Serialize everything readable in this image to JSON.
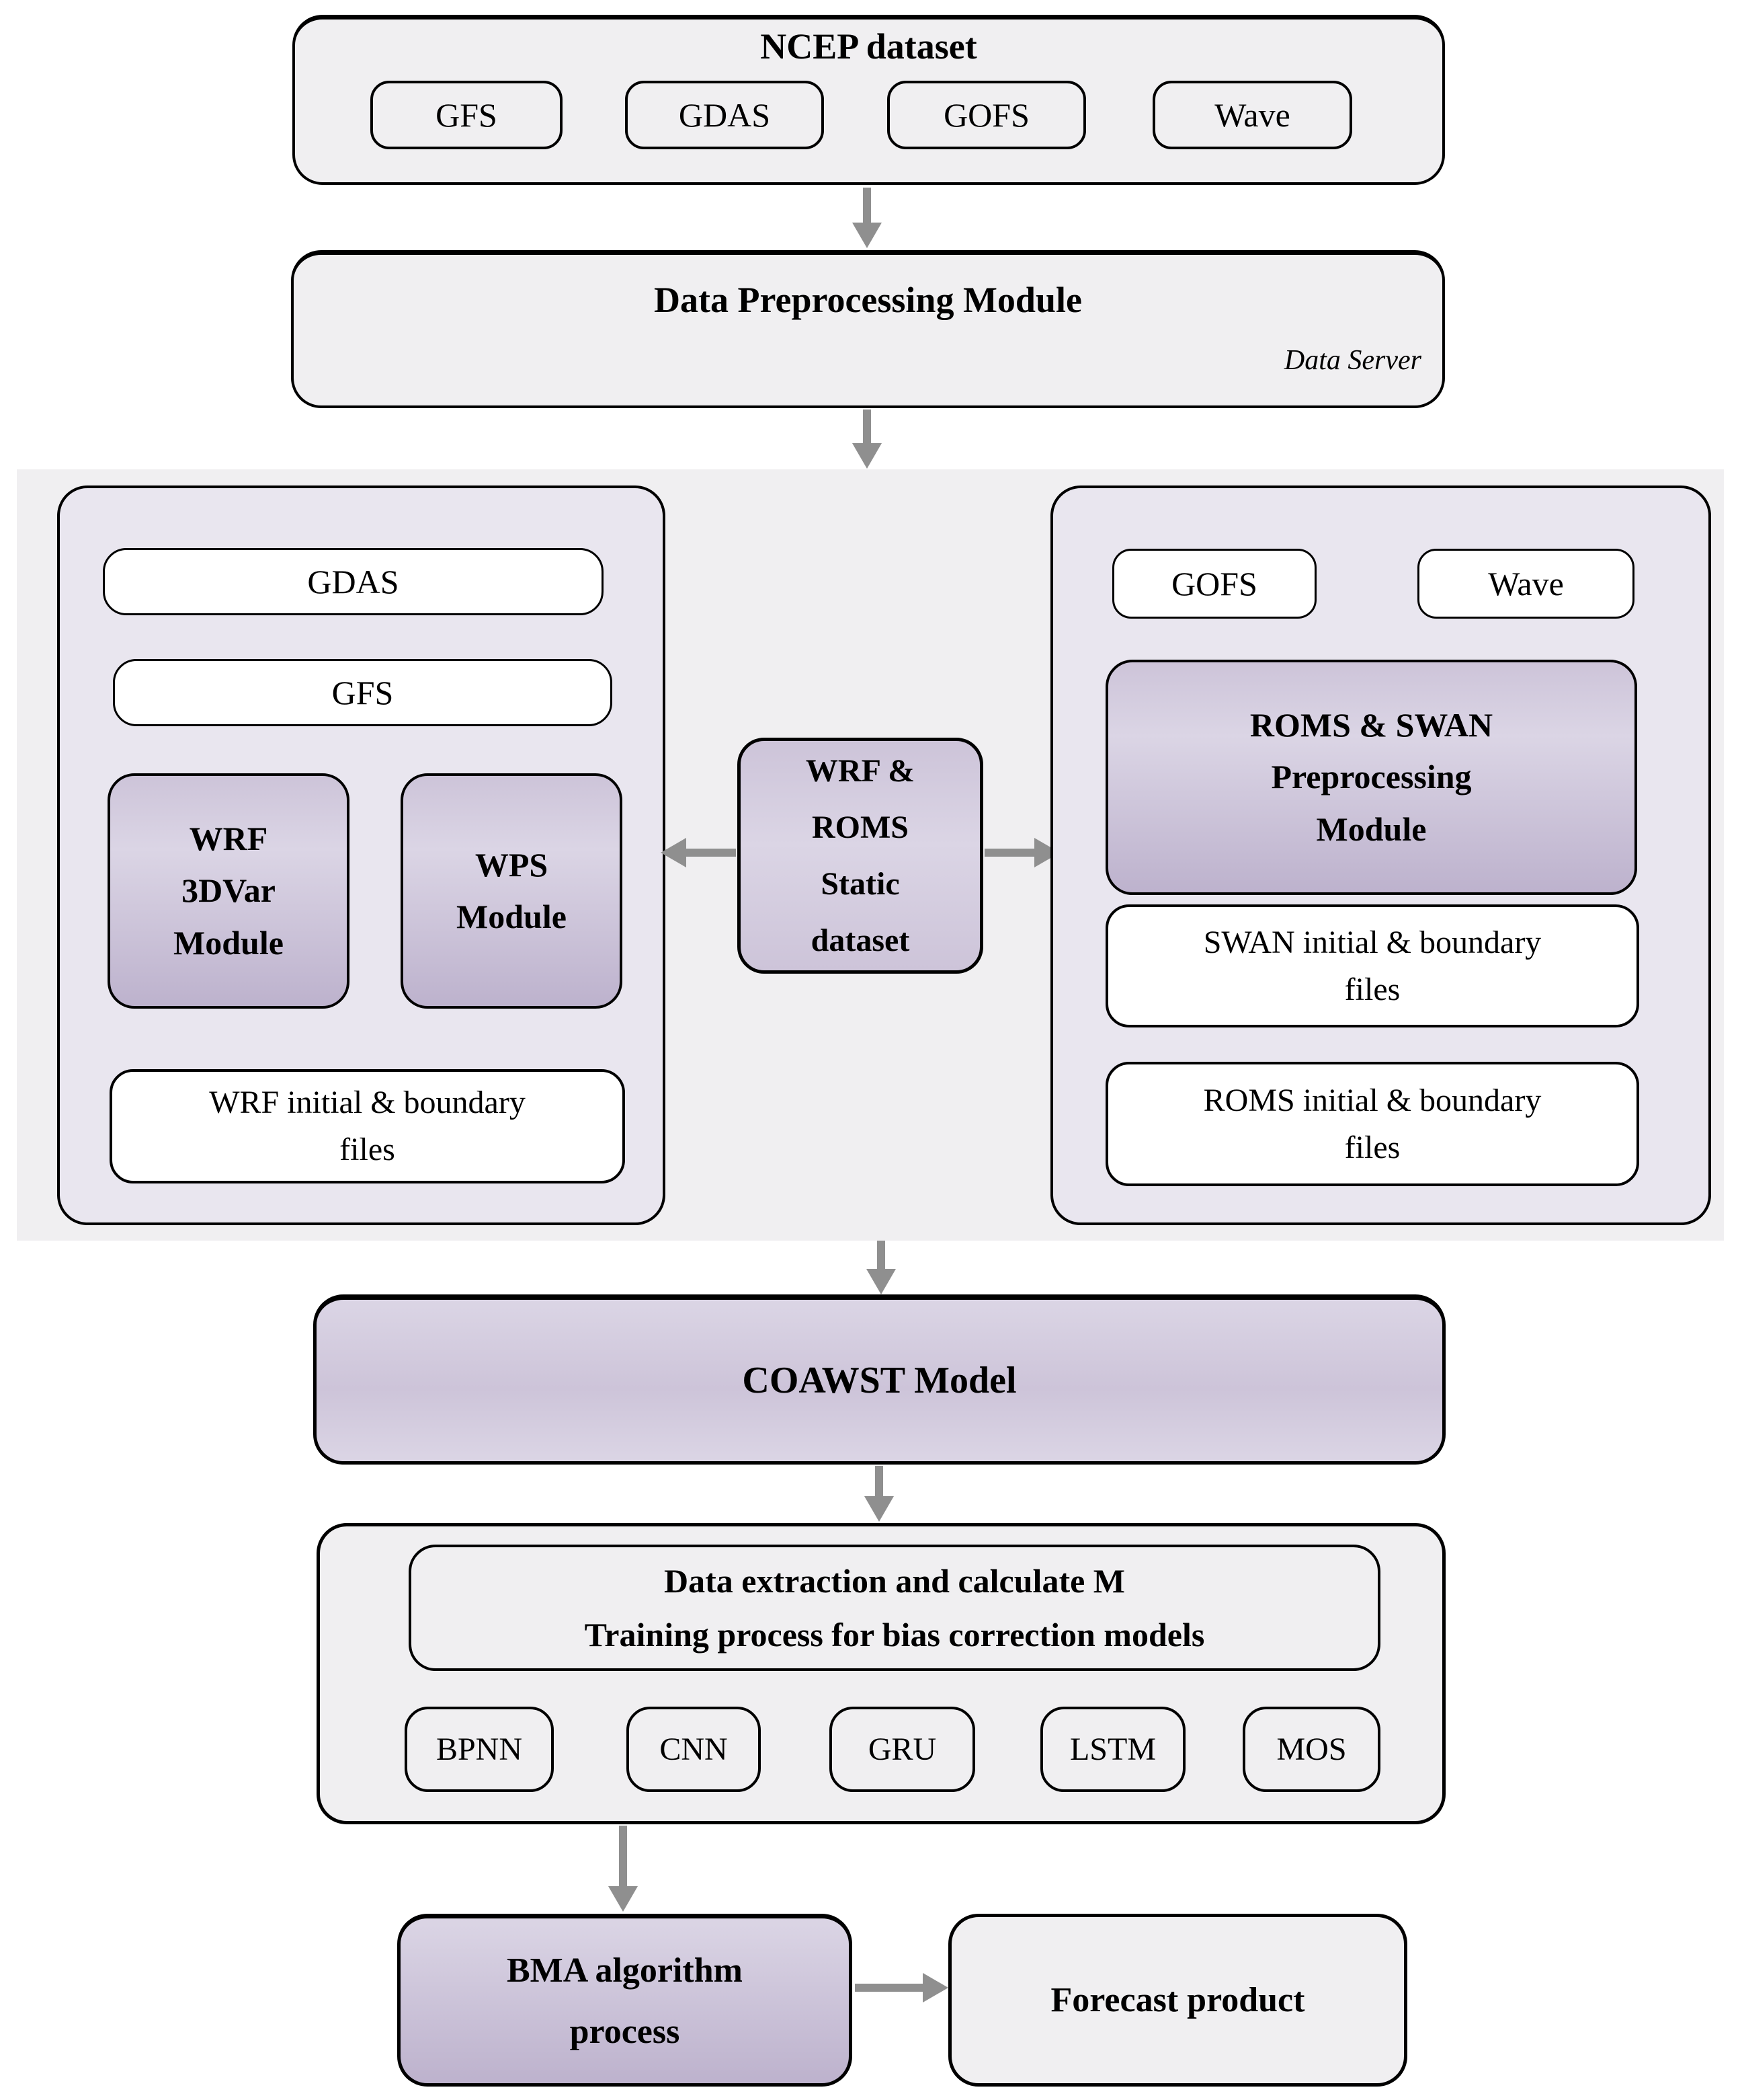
{
  "diagram": {
    "ncep": {
      "title": "NCEP dataset",
      "items": [
        "GFS",
        "GDAS",
        "GOFS",
        "Wave"
      ]
    },
    "preprocessing": {
      "title": "Data Preprocessing Module",
      "server_note": "Data Server"
    },
    "left_panel": {
      "gdas": "GDAS",
      "gfs": "GFS",
      "wrf_module": [
        "WRF",
        "3DVar",
        "Module"
      ],
      "wps_module": [
        "WPS",
        "Module"
      ],
      "files": [
        "WRF initial & boundary",
        "files"
      ]
    },
    "center": {
      "static_dataset": [
        "WRF &",
        "ROMS",
        "Static",
        "dataset"
      ]
    },
    "right_panel": {
      "gofs": "GOFS",
      "wave": "Wave",
      "module": [
        "ROMS & SWAN",
        "Preprocessing",
        "Module"
      ],
      "swan_files": [
        "SWAN initial & boundary",
        "files"
      ],
      "roms_files": [
        "ROMS initial & boundary",
        "files"
      ]
    },
    "coawst": "COAWST Model",
    "training": {
      "header": [
        "Data extraction and calculate M",
        "Training process for bias correction models"
      ],
      "models": [
        "BPNN",
        "CNN",
        "GRU",
        "LSTM",
        "MOS"
      ]
    },
    "bma": [
      "BMA algorithm",
      "process"
    ],
    "forecast": "Forecast product"
  },
  "colors": {
    "box_bg": "#f0eff1",
    "panel_bg": "#e9e6ef",
    "purple_light": "#dbd5e5",
    "purple_mid": "#cdc4d9",
    "purple_dark": "#bdb2cd",
    "arrow": "#8f8f8f",
    "border": "#000000"
  }
}
